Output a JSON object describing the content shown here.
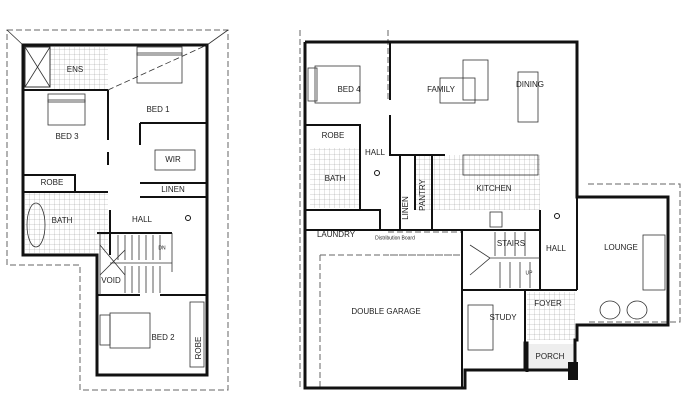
{
  "upper_floor": {
    "rooms": {
      "ens": "ENS",
      "bed1": "BED 1",
      "bed3": "BED 3",
      "wir": "WIR",
      "linen": "LINEN",
      "robe1": "ROBE",
      "bath": "BATH",
      "hall": "HALL",
      "dn": "DN",
      "void": "VOID",
      "bed2": "BED 2",
      "robe2": "ROBE"
    }
  },
  "ground_floor": {
    "rooms": {
      "bed4": "BED 4",
      "robe": "ROBE",
      "bath": "BATH",
      "hall": "HALL",
      "family": "FAMILY",
      "dining": "DINING",
      "kitchen": "KITCHEN",
      "linen": "LINEN",
      "pantry": "PANTRY",
      "laundry": "LAUNDRY",
      "distribution_board": "Distribution Board",
      "stairs": "STAIRS",
      "up": "UP",
      "hall2": "HALL",
      "lounge": "LOUNGE",
      "double_garage": "DOUBLE GARAGE",
      "study": "STUDY",
      "foyer": "FOYER",
      "porch": "PORCH"
    }
  }
}
